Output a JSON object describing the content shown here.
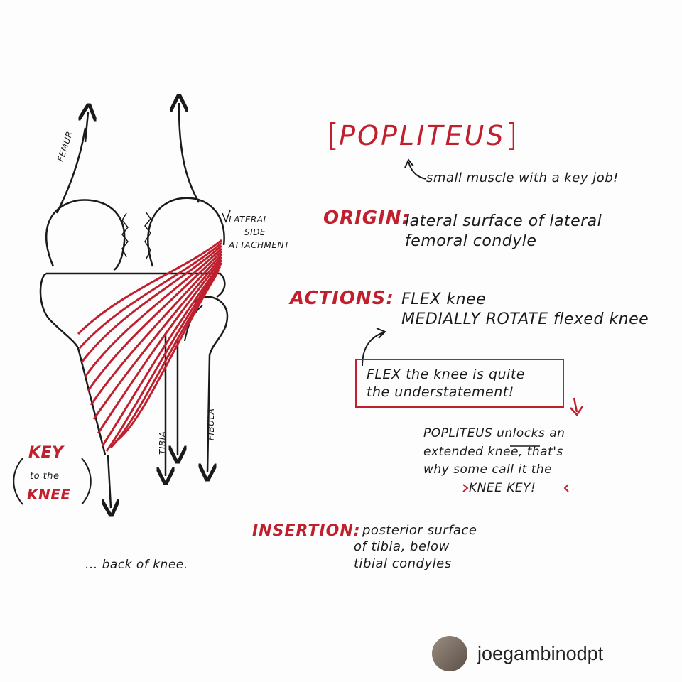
{
  "title": "POPLITEUS",
  "subtitle": "small muscle with a key job!",
  "origin": {
    "label": "ORIGIN:",
    "text_line1": "lateral surface of lateral",
    "text_line2": "femoral condyle"
  },
  "actions": {
    "label": "ACTIONS:",
    "line1": "FLEX knee",
    "line2": "MEDIALLY ROTATE flexed knee"
  },
  "callout": {
    "line1": "FLEX the knee is quite",
    "line2": "the understatement!"
  },
  "note": {
    "line1": "POPLITEUS unlocks an",
    "line2": "extended knee, that's",
    "line3": "why some call it the",
    "line4": "KNEE KEY!"
  },
  "insertion": {
    "label": "INSERTION:",
    "line1": "posterior surface",
    "line2": "of tibia, below",
    "line3": "tibial condyles"
  },
  "diagram_labels": {
    "femur": "FEMUR",
    "lateral_line1": "LATERAL",
    "lateral_line2": "SIDE",
    "lateral_line3": "ATTACHMENT",
    "tibia": "TIBIA",
    "fibula": "FIBULA",
    "key": "KEY",
    "to_the": "to the",
    "knee": "KNEE",
    "back_of_knee": "... back of knee."
  },
  "account": {
    "handle": "joegambinodpt"
  },
  "colors": {
    "accent": "#c0202e",
    "ink": "#1a1a1a"
  }
}
